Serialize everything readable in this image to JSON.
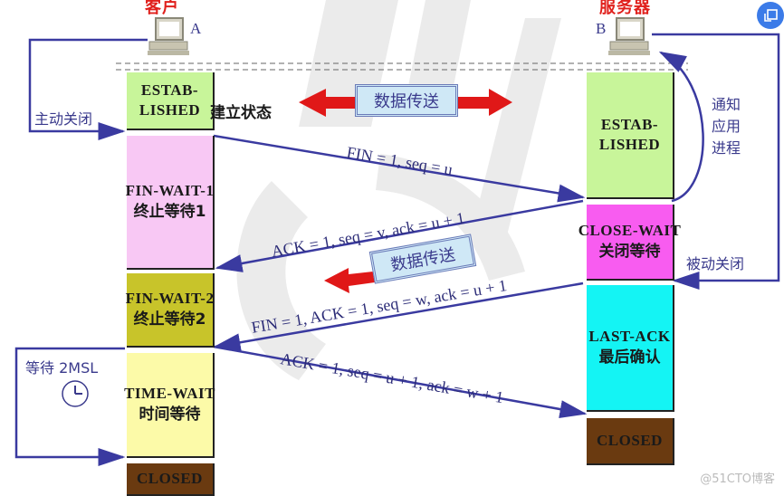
{
  "hosts": {
    "client": {
      "title": "客户",
      "label": "A"
    },
    "server": {
      "title": "服务器",
      "label": "B"
    }
  },
  "client_states": [
    {
      "en1": "ESTAB-",
      "en2": "LISHED",
      "zh": "",
      "color": "#c8f59a"
    },
    {
      "en1": "FIN-WAIT-1",
      "en2": "",
      "zh": "终止等待1",
      "color": "#f8c8f4"
    },
    {
      "en1": "FIN-WAIT-2",
      "en2": "",
      "zh": "终止等待2",
      "color": "#c8c42a"
    },
    {
      "en1": "TIME-WAIT",
      "en2": "",
      "zh": "时间等待",
      "color": "#fcfaa8"
    },
    {
      "en1": "CLOSED",
      "en2": "",
      "zh": "",
      "color": "#6a3a10"
    }
  ],
  "server_states": [
    {
      "en1": "ESTAB-",
      "en2": "LISHED",
      "zh": "",
      "color": "#c8f59a"
    },
    {
      "en1": "CLOSE-WAIT",
      "en2": "",
      "zh": "关闭等待",
      "color": "#f85cf0"
    },
    {
      "en1": "LAST-ACK",
      "en2": "",
      "zh": "最后确认",
      "color": "#14f4f4"
    },
    {
      "en1": "CLOSED",
      "en2": "",
      "zh": "",
      "color": "#6a3a10"
    }
  ],
  "labels": {
    "established_state": "建立状态",
    "active_close": "主动关闭",
    "passive_close": "被动关闭",
    "notify_app": [
      "通知",
      "应用",
      "进程"
    ],
    "wait_2msl": "等待 2MSL",
    "data_transfer_1": "数据传送",
    "data_transfer_2": "数据传送"
  },
  "messages": [
    {
      "text": "FIN = 1, seq = u",
      "direction": "A→B"
    },
    {
      "text": "ACK = 1, seq = v, ack = u + 1",
      "direction": "B→A"
    },
    {
      "text": "FIN = 1, ACK = 1, seq = w, ack = u + 1",
      "direction": "B→A"
    },
    {
      "text": "ACK = 1, seq = u + 1, ack = w + 1",
      "direction": "A→B"
    }
  ],
  "watermark": "@51CTO博客",
  "colors": {
    "arrow": "#3a3aa0",
    "data_arrow": "#e01818",
    "title": "#e0201c"
  }
}
